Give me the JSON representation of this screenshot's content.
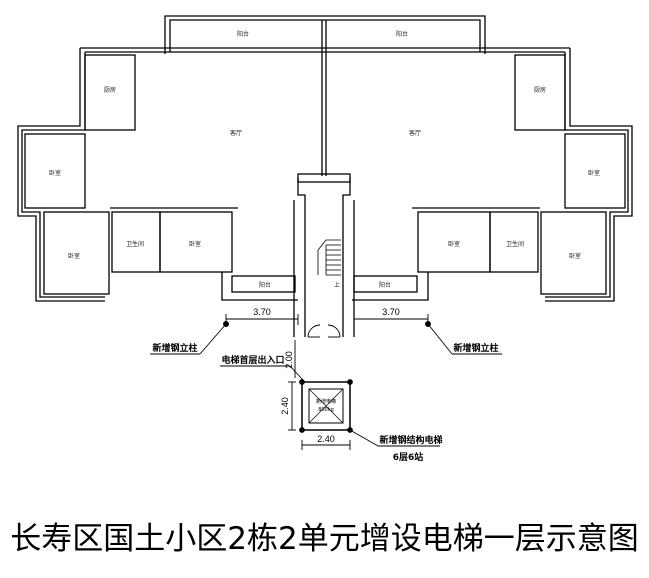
{
  "rooms": {
    "balcony_top_left": "阳台",
    "balcony_top_right": "阳台",
    "kitchen_left": "厨房",
    "kitchen_right": "厨房",
    "living_left": "客厅",
    "living_right": "客厅",
    "bedroom_left_outer": "卧室",
    "bedroom_right_outer": "卧室",
    "bedroom_left_low": "卧室",
    "bath_left": "卫生间",
    "bedroom_left_mid": "卧室",
    "bedroom_right_mid": "卧室",
    "bath_right": "卫生间",
    "bedroom_right_low": "卧室",
    "balcony_bottom_left": "阳台",
    "balcony_bottom_right": "阳台",
    "stair_up": "上"
  },
  "dimensions": {
    "left_span": "3.70",
    "right_span": "3.70",
    "exit_gap": "2.00",
    "shaft_height": "2.40",
    "shaft_width": "2.40"
  },
  "annotations": {
    "new_column_left": "新增钢立柱",
    "new_column_right": "新增钢立柱",
    "elevator_exit": "电梯首层出入口",
    "elevator_label_1": "新增电梯",
    "elevator_label_2": "800kg",
    "elevator_note_1": "新增钢结构电梯",
    "elevator_note_2": "6层6站"
  },
  "title": "长寿区国土小区2栋2单元增设电梯一层示意图"
}
